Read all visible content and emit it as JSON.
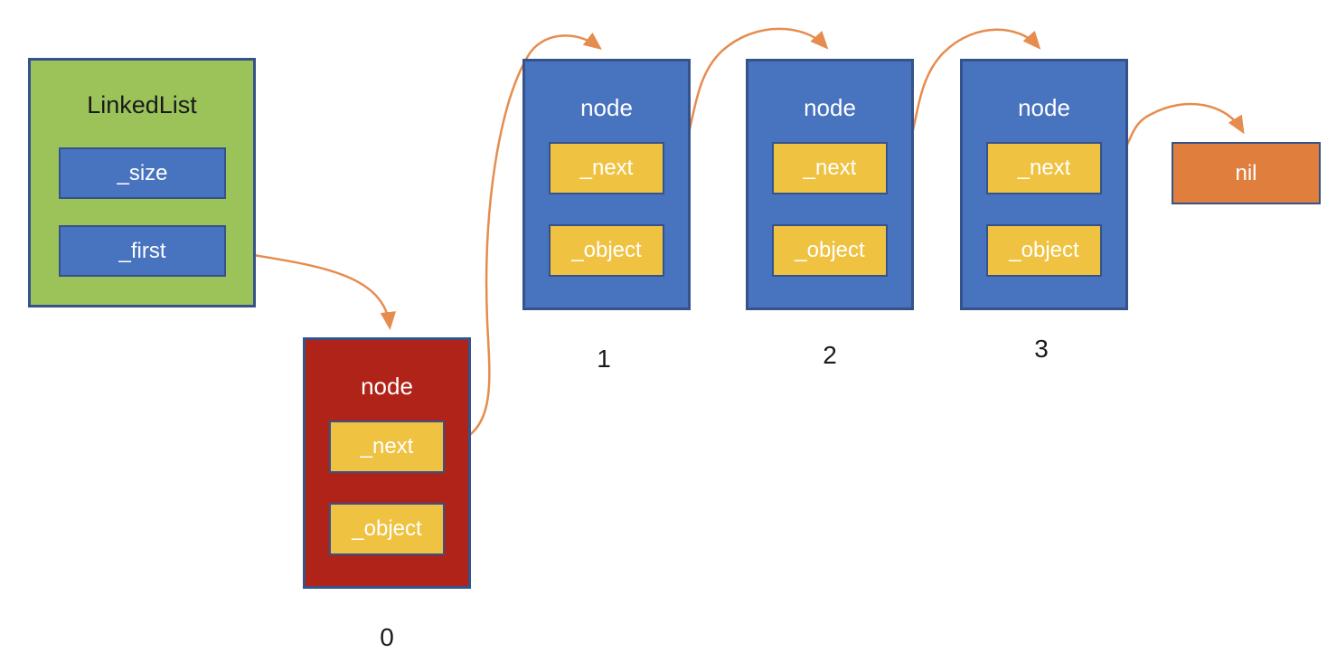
{
  "colors": {
    "green": "#9BC35A",
    "blue": "#4873BE",
    "red": "#B02318",
    "yellow": "#F0C242",
    "orange": "#E07E3E",
    "border": "#35538A",
    "arrow": "#E68C4E",
    "background": "#FFFFFF"
  },
  "linkedlist": {
    "title": "LinkedList",
    "fields": [
      "_size",
      "_first"
    ]
  },
  "nodes": [
    {
      "title": "node",
      "fields": [
        "_next",
        "_object"
      ],
      "index": "0",
      "variant": "red"
    },
    {
      "title": "node",
      "fields": [
        "_next",
        "_object"
      ],
      "index": "1",
      "variant": "blue"
    },
    {
      "title": "node",
      "fields": [
        "_next",
        "_object"
      ],
      "index": "2",
      "variant": "blue"
    },
    {
      "title": "node",
      "fields": [
        "_next",
        "_object"
      ],
      "index": "3",
      "variant": "blue"
    }
  ],
  "nil": {
    "label": "nil"
  }
}
